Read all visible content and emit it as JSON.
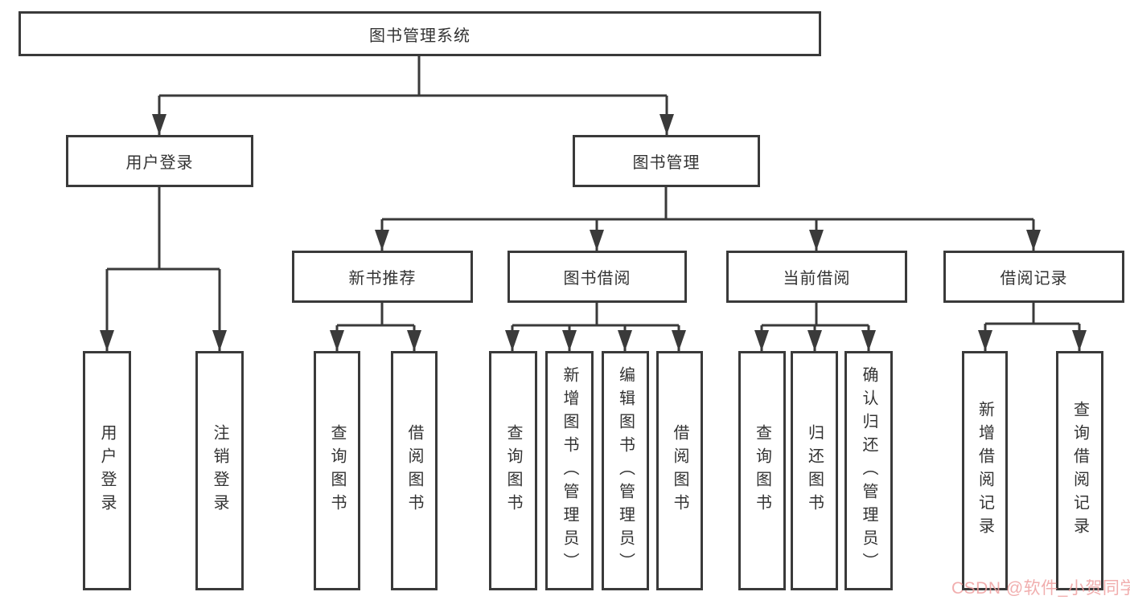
{
  "colors": {
    "line": "#3a3a3a",
    "box_border": "#3a3a3a",
    "box_fill": "#ffffff",
    "text": "#333333",
    "watermark": "#eea0a0",
    "background": "#ffffff"
  },
  "watermark": "CSDN @软件_小贺同学",
  "tree": {
    "label": "图书管理系统",
    "children": [
      {
        "label": "用户登录",
        "children": [
          {
            "label": "用户登录"
          },
          {
            "label": "注销登录"
          }
        ]
      },
      {
        "label": "图书管理",
        "children": [
          {
            "label": "新书推荐",
            "children": [
              {
                "label": "查询图书"
              },
              {
                "label": "借阅图书"
              }
            ]
          },
          {
            "label": "图书借阅",
            "children": [
              {
                "label": "查询图书"
              },
              {
                "label": "新增图书（管理员）"
              },
              {
                "label": "编辑图书（管理员）"
              },
              {
                "label": "借阅图书"
              }
            ]
          },
          {
            "label": "当前借阅",
            "children": [
              {
                "label": "查询图书"
              },
              {
                "label": "归还图书"
              },
              {
                "label": "确认归还（管理员）"
              }
            ]
          },
          {
            "label": "借阅记录",
            "children": [
              {
                "label": "新增借阅记录"
              },
              {
                "label": "查询借阅记录"
              }
            ]
          }
        ]
      }
    ]
  }
}
